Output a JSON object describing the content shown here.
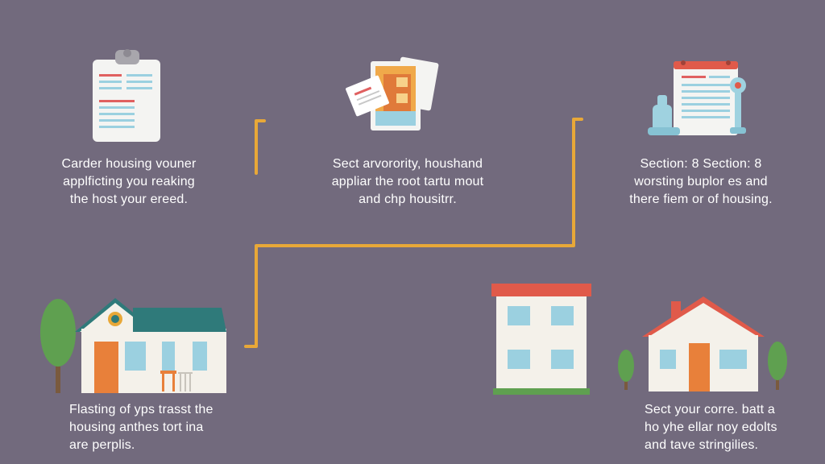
{
  "steps": [
    {
      "icon": "clipboard-icon",
      "lines": [
        "Carder housing vouner",
        "applficting you reaking",
        "the host your ereed."
      ]
    },
    {
      "icon": "documents-icon",
      "lines": [
        "Sect arvorority, houshand",
        "appliar the root tartu mout",
        "and chp housitrr."
      ]
    },
    {
      "icon": "calendar-form-icon",
      "lines": [
        "Section: 8 Section: 8",
        "worsting buplor es and",
        "there fiem or of housing."
      ]
    },
    {
      "icon": "house-with-tree-icon",
      "lines": [
        "Flasting of yps trasst the",
        "housing anthes tort ina",
        "are perplis."
      ]
    },
    {
      "icon": "apartment-building-icon",
      "lines": []
    },
    {
      "icon": "house-with-bushes-icon",
      "lines": [
        "Sect your corre. batt a",
        "ho yhe ellar noy edolts",
        "and tave stringilies."
      ]
    }
  ],
  "colors": {
    "background": "#726a7d",
    "connector": "#e8a838",
    "text": "#ffffff"
  }
}
